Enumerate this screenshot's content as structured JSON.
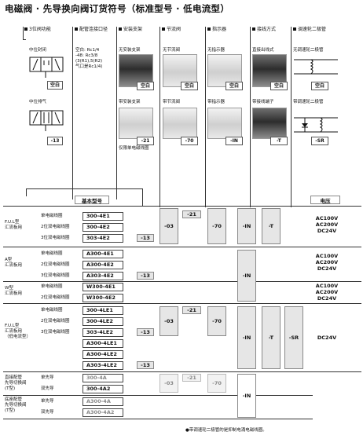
{
  "title": "电磁阀 · 先导换向阀订货符号（标准型号 · 低电流型）",
  "headers": {
    "function": "3位阀功能",
    "piping": "配管连接口径",
    "bracket": "安装支架",
    "throttle": "节流阀",
    "indicator": "指示器",
    "wiring": "接线方式",
    "diode": "调速轮二极管"
  },
  "function_items": [
    {
      "label": "中位封闭",
      "tag": "空白"
    },
    {
      "label": "中位排气",
      "tag": "-13"
    }
  ],
  "piping_lines": [
    "空白: Rc1/4",
    "-48: Rc3/8",
    "(3(R1),5(R2)",
    "气口是Rc1/4)"
  ],
  "bracket_items": [
    {
      "label": "无安装支架",
      "tag": "空白"
    },
    {
      "label": "带安装支架",
      "tag": "-21"
    }
  ],
  "bracket_note": "仅限单电磁线圈",
  "throttle_items": [
    {
      "label": "无节流阀",
      "tag": "空白"
    },
    {
      "label": "带节流阀",
      "tag": "-70"
    }
  ],
  "indicator_items": [
    {
      "label": "无指示器",
      "tag": "空白"
    },
    {
      "label": "带指示器",
      "tag": "-IN"
    }
  ],
  "wiring_items": [
    {
      "label": "直接出线式",
      "tag": "空白"
    },
    {
      "label": "带接线端子",
      "tag": "-T"
    }
  ],
  "diode_items": [
    {
      "label": "无调速轮二极管",
      "tag": "空白"
    },
    {
      "label": "带调速轮二极管",
      "tag": "-SR"
    }
  ],
  "table": {
    "basic_model": "基本型号",
    "voltage": "电压",
    "groups": [
      {
        "name": "F.U.L型\n汇流板用",
        "rows": [
          {
            "coil": "单电磁线圈",
            "code": "300-4E1"
          },
          {
            "coil": "2位双电磁线圈",
            "code": "300-4E2"
          },
          {
            "coil": "3位双电磁线圈",
            "code": "303-4E2",
            "opt": "-13"
          }
        ],
        "voltage": [
          "AC100V",
          "AC200V",
          "DC24V"
        ]
      },
      {
        "name": "A型\n汇流板用",
        "rows": [
          {
            "coil": "单电磁线圈",
            "code": "A300-4E1"
          },
          {
            "coil": "2位双电磁线圈",
            "code": "A300-4E2"
          },
          {
            "coil": "3位双电磁线圈",
            "code": "A303-4E2",
            "opt": "-13"
          }
        ],
        "voltage": [
          "AC100V",
          "AC200V",
          "DC24V"
        ]
      },
      {
        "name": "W型\n汇流板用",
        "rows": [
          {
            "coil": "单电磁线圈",
            "code": "W300-4E1"
          },
          {
            "coil": "2位双电磁线圈",
            "code": "W300-4E2"
          }
        ],
        "voltage": [
          "AC100V",
          "AC200V",
          "DC24V"
        ]
      },
      {
        "name": "F.U.L型\n汇流板用\n（低电流型）",
        "rows": [
          {
            "coil": "单电磁线圈",
            "code": "300-4LE1"
          },
          {
            "coil": "2位双电磁线圈",
            "code": "300-4LE2"
          },
          {
            "coil": "3位双电磁线圈",
            "code": "303-4LE2",
            "opt": "-13"
          },
          {
            "coil": "",
            "code": "A300-4LE1"
          },
          {
            "coil": "",
            "code": "A300-4LE2"
          },
          {
            "coil": "",
            "code": "A303-4LE2",
            "opt": "-13"
          }
        ],
        "voltage": [
          "DC24V"
        ]
      },
      {
        "name": "直接配管\n先导切换阀\n(T型)",
        "rows": [
          {
            "coil": "单先导",
            "code": "300-4A"
          },
          {
            "coil": "双先导",
            "code": "300-4A2"
          }
        ]
      },
      {
        "name": "底座配管\n先导切换阀\n(T型)",
        "rows": [
          {
            "coil": "单先导",
            "code": "A300-4A"
          },
          {
            "coil": "双先导",
            "code": "A300-4A2"
          }
        ]
      }
    ],
    "opts": {
      "o03": "-03",
      "o21": "-21",
      "o70": "-70",
      "oIN": "-IN",
      "oT": "-T",
      "oSR": "-SR",
      "o13": "-13",
      "dc24": "DC24V"
    }
  },
  "footnote": "●带调速轮二极管的是抑制电涌电磁线圈。",
  "colors": {
    "box_fill": "#e6e6e6",
    "line": "#333333"
  }
}
